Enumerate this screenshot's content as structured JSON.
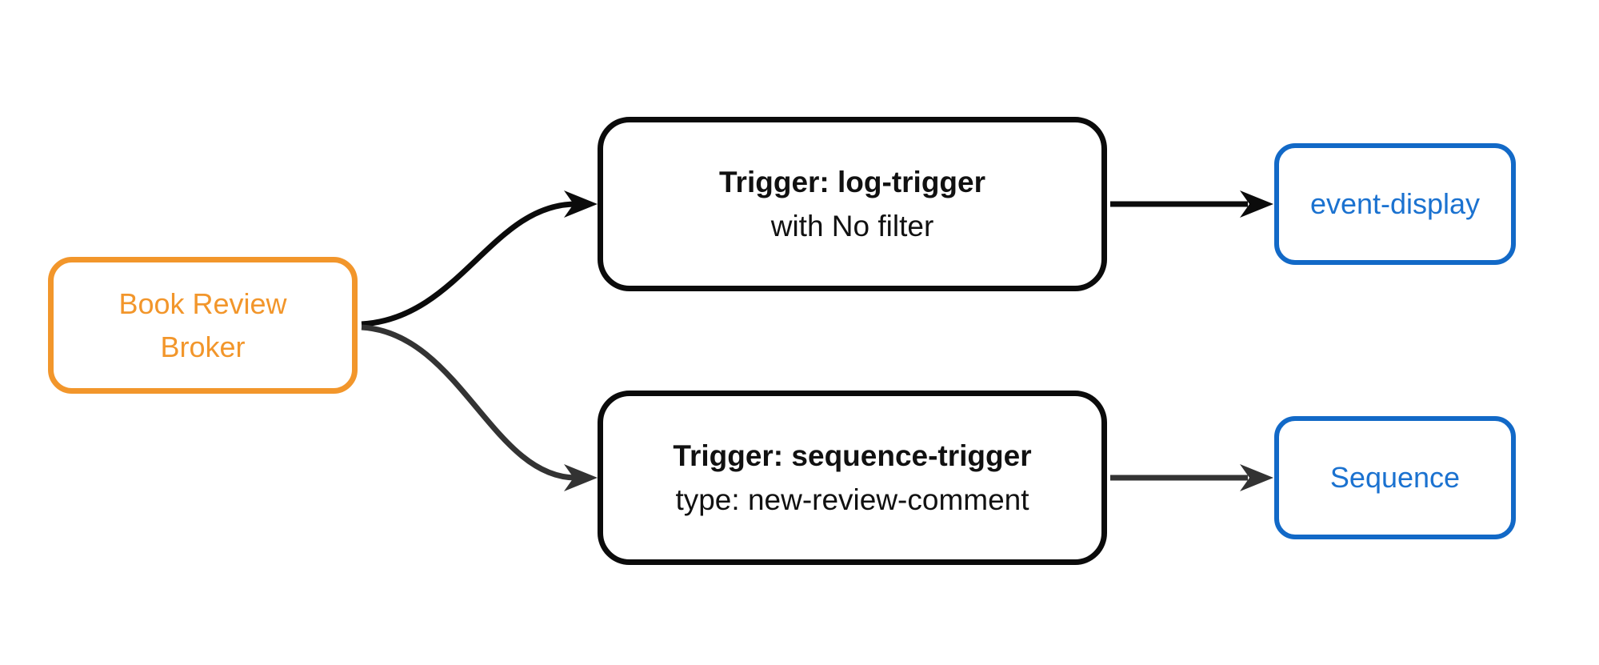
{
  "colors": {
    "orange": "#F2962B",
    "blue_border": "#1269C7",
    "blue_text": "#1B72D0",
    "black": "#0B0B0B",
    "gray": "#333333",
    "fill": "#FFFFFF",
    "text_dark": "#111111"
  },
  "nodes": {
    "broker": {
      "lines": [
        "Book Review",
        "Broker"
      ]
    },
    "log_trigger": {
      "title": "Trigger: log-trigger",
      "subtitle": "with No filter"
    },
    "sequence_trigger": {
      "title": "Trigger: sequence-trigger",
      "subtitle": "type: new-review-comment"
    },
    "event_display": {
      "label": "event-display"
    },
    "sequence": {
      "label": "Sequence"
    }
  },
  "edges": [
    {
      "from": "broker",
      "to": "log_trigger",
      "color": "#0B0B0B"
    },
    {
      "from": "broker",
      "to": "sequence_trigger",
      "color": "#333333"
    },
    {
      "from": "log_trigger",
      "to": "event_display",
      "color": "#0B0B0B"
    },
    {
      "from": "sequence_trigger",
      "to": "sequence",
      "color": "#333333"
    }
  ]
}
